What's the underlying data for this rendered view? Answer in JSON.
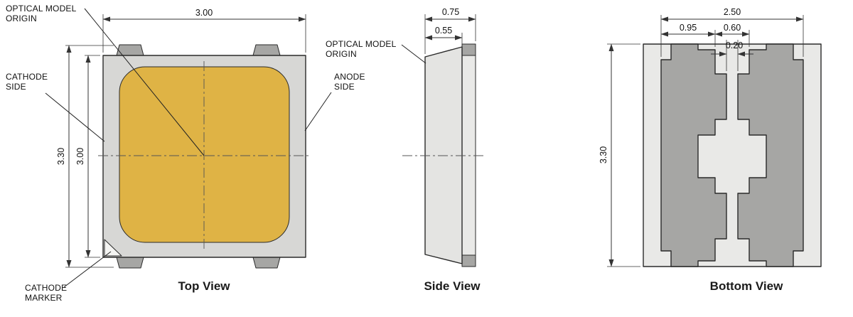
{
  "drawing": {
    "colors": {
      "phosphor_yellow": "#dfb345",
      "pad_gray": "#a6a6a4",
      "body_gray": "#d7d7d5",
      "panel_gray": "#e9e9e7",
      "side_gray": "#e4e4e2",
      "line": "#333333"
    },
    "views": {
      "top": {
        "caption": "Top View",
        "dims": {
          "width": "3.00",
          "height_outer": "3.30",
          "height_body": "3.00"
        },
        "labels": {
          "optical_origin_line1": "OPTICAL MODEL",
          "optical_origin_line2": "ORIGIN",
          "cathode_side_line1": "CATHODE",
          "cathode_side_line2": "SIDE",
          "anode_side_line1": "ANODE",
          "anode_side_line2": "SIDE",
          "cathode_marker_line1": "CATHODE",
          "cathode_marker_line2": "MARKER"
        }
      },
      "side": {
        "caption": "Side View",
        "dims": {
          "depth_outer": "0.75",
          "depth_body": "0.55"
        },
        "labels": {
          "optical_origin_line1": "OPTICAL MODEL",
          "optical_origin_line2": "ORIGIN"
        }
      },
      "bottom": {
        "caption": "Bottom View",
        "dims": {
          "pad_span": "2.50",
          "pad_width": "0.95",
          "center_width": "0.60",
          "center_gap": "0.20",
          "height": "3.30"
        }
      }
    }
  }
}
